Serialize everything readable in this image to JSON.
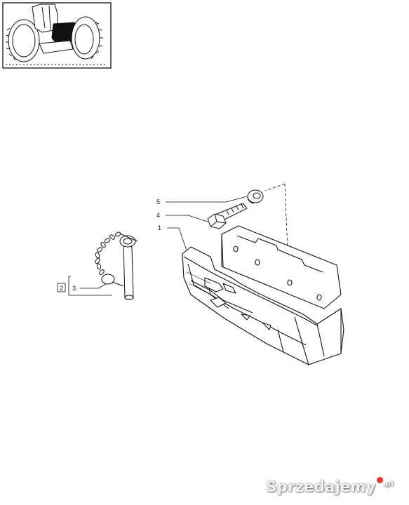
{
  "callouts": {
    "c1": "1",
    "c2": "2",
    "c3": "3",
    "c4": "4",
    "c5": "5"
  },
  "watermark": {
    "main": "Sprzedajemy",
    "tld": ".pl"
  },
  "colors": {
    "line": "#1a1a1a",
    "background": "#ffffff",
    "watermark_badge": "#e8382e"
  }
}
